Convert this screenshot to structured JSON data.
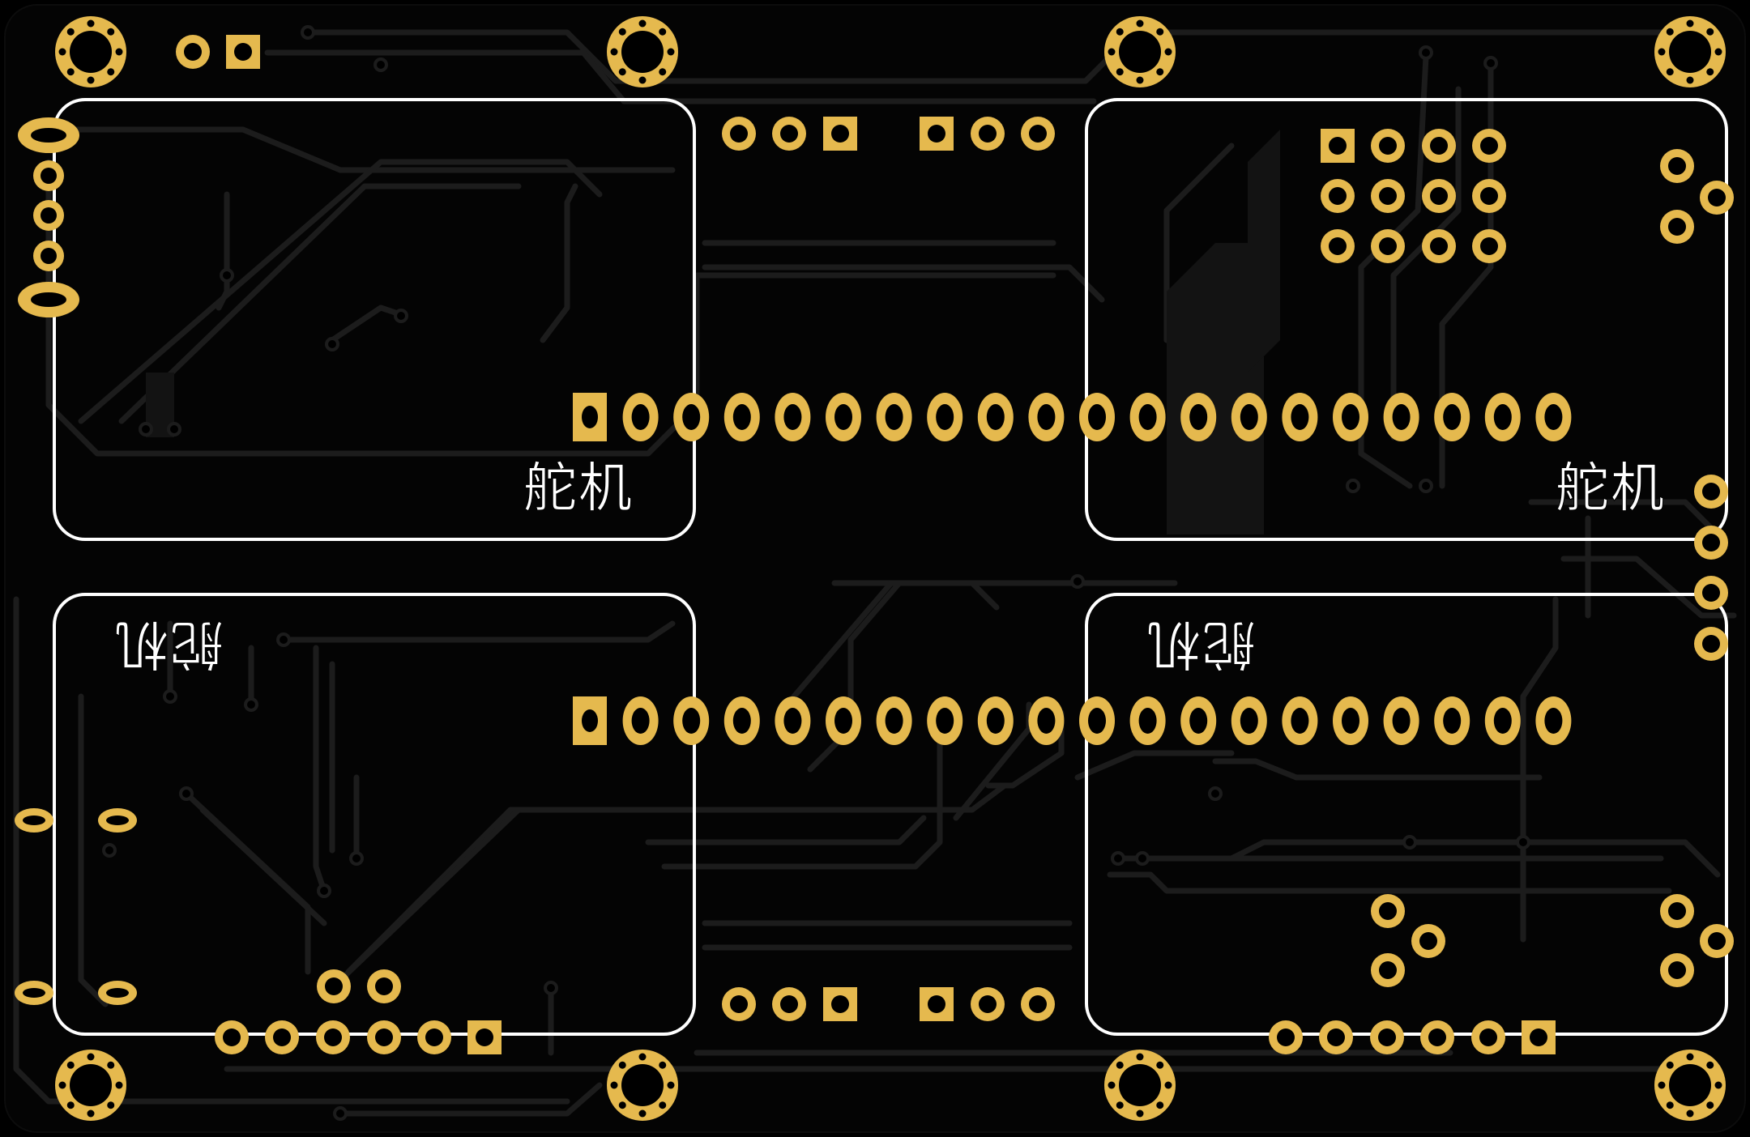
{
  "board": {
    "background": "#000000",
    "trace_color": "#1a1a1a",
    "copper_pour_color": "#141414",
    "pad_color": "#e5b94e",
    "silkscreen_color": "#ffffff",
    "hole_color": "#000000"
  },
  "servo_outlines": [
    {
      "id": "top-left",
      "label": "舵机",
      "mirrored": false
    },
    {
      "id": "top-right",
      "label": "舵机",
      "mirrored": false
    },
    {
      "id": "bottom-left",
      "label": "舵机",
      "mirrored": true
    },
    {
      "id": "bottom-right",
      "label": "舵机",
      "mirrored": true
    }
  ],
  "header_row_top": {
    "pin_count": 20,
    "first_pin_square": true
  },
  "header_row_bottom": {
    "pin_count": 20,
    "first_pin_square": true
  },
  "mounting_holes": {
    "count": 8
  },
  "pin_header_2x4": {
    "rows": 3,
    "cols": 4
  },
  "header_3pin_groups": {
    "count": 4
  },
  "header_6pin_groups": {
    "count": 2
  }
}
